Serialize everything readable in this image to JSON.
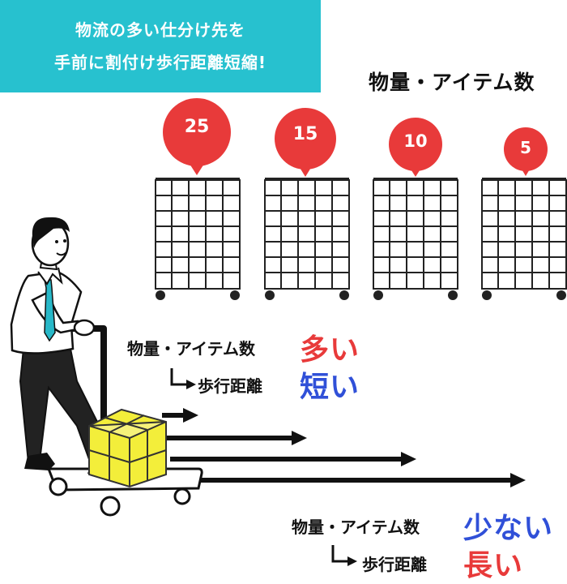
{
  "banner": {
    "line1": "物流の多い仕分け先を",
    "line2": "手前に割付け歩行距離短縮!"
  },
  "title": "物量・アイテム数",
  "pins": [
    {
      "value": "25"
    },
    {
      "value": "15"
    },
    {
      "value": "10"
    },
    {
      "value": "5"
    }
  ],
  "many": {
    "label": "物量・アイテム数",
    "value": "多い",
    "sub_label": "歩行距離",
    "sub_value": "短い"
  },
  "few": {
    "label": "物量・アイテム数",
    "value": "少ない",
    "sub_label": "歩行距離",
    "sub_value": "長い"
  },
  "colors": {
    "banner": "#27c1cf",
    "pin": "#e83a3a",
    "many_accent": "#e83a3a",
    "short_accent": "#3050d8",
    "box": "#f3ee3a"
  },
  "icons": [
    "cart-worker-icon",
    "cardboard-boxes-icon",
    "cart-rack-icon",
    "location-pin-icon",
    "arrow-right-icon"
  ]
}
